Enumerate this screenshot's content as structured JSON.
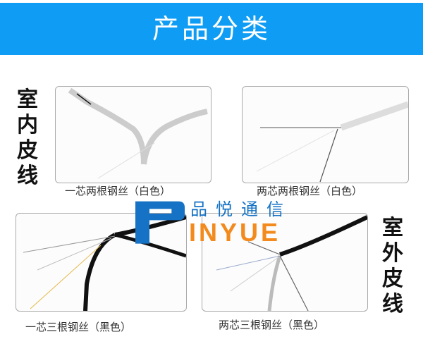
{
  "header": {
    "title": "产品分类"
  },
  "sections": {
    "indoor": "室内皮线",
    "outdoor": "室外皮线"
  },
  "products": [
    {
      "caption": "一芯两根钢丝（白色）"
    },
    {
      "caption": "两芯两根钢丝（白色）"
    },
    {
      "caption": "一芯三根钢丝（黑色）"
    },
    {
      "caption": "两芯三根钢丝（黑色）"
    }
  ],
  "logo": {
    "cn": "品悦通信",
    "en": "INYUE",
    "colors": {
      "blue": "#1572c4",
      "orange": "#f28a1d"
    }
  },
  "colors": {
    "banner": "#0e9cf4"
  }
}
